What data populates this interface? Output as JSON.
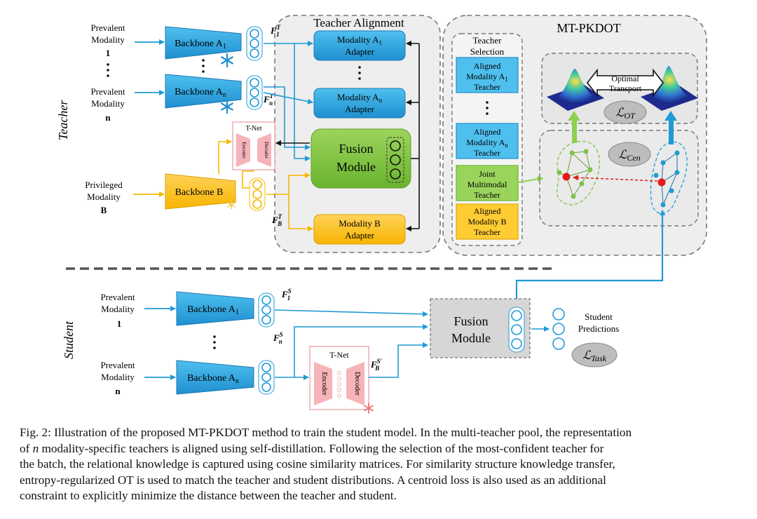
{
  "teacher": {
    "side_label": "Teacher",
    "prevalent_a1": [
      "Prevalent",
      "Modality",
      "1"
    ],
    "prevalent_an": [
      "Prevalent",
      "Modality",
      "n"
    ],
    "privileged_b": [
      "Privileged",
      "Modality",
      "B"
    ],
    "backbone_a1": "Backbone A",
    "backbone_an": "Backbone A",
    "backbone_b": "Backbone B",
    "tnet_label": "T-Net",
    "encoder": "Encoder",
    "decoder": "Decoder",
    "feat_1": "F",
    "feat_n": "F",
    "feat_b": "F"
  },
  "alignment": {
    "title": "Teacher  Alignment",
    "adapter_a1": [
      "Modality A",
      "Adapter"
    ],
    "adapter_an": [
      "Modality A",
      "Adapter"
    ],
    "fusion": [
      "Fusion",
      "Module"
    ],
    "adapter_b": [
      "Modality B",
      "Adapter"
    ]
  },
  "mtpkdot": {
    "title": "MT-PKDOT",
    "selection_title": [
      "Teacher",
      "Selection"
    ],
    "t1": [
      "Aligned",
      "Modality A",
      "Teacher"
    ],
    "tn": [
      "Aligned",
      "Modality A",
      "Teacher"
    ],
    "joint": [
      "Joint",
      "Multimodal",
      "Teacher"
    ],
    "tb": [
      "Aligned",
      "Modality B",
      "Teacher"
    ],
    "optimal": [
      "Optimal",
      "Transport"
    ],
    "loss_ot": "OT",
    "loss_cen": "Cen"
  },
  "student": {
    "side_label": "Student",
    "prevalent_a1": [
      "Prevalent",
      "Modality",
      "1"
    ],
    "prevalent_an": [
      "Prevalent",
      "Modality",
      "n"
    ],
    "backbone_a1": "Backbone A",
    "backbone_an": "Backbone A",
    "tnet_label": "T-Net",
    "encoder": "Encoder",
    "decoder": "Decoder",
    "feat_1": "F",
    "feat_n": "F",
    "feat_b": "F",
    "fusion": [
      "Fusion",
      "Module"
    ],
    "predictions": [
      "Student",
      "Predictions"
    ],
    "loss_task": "Task"
  },
  "caption": {
    "line1": "Fig. 2: Illustration of the proposed MT-PKDOT method to train the student model. In the multi-teacher pool, the representation",
    "line2a": "of ",
    "line2n": "n",
    "line2b": " modality-specific teachers is aligned using self-distillation. Following the selection of the most-confident teacher for",
    "line3": "the batch, the relational knowledge is captured using cosine similarity matrices. For similarity structure knowledge transfer,",
    "line4": "entropy-regularized OT is used to match the teacher and student distributions. A centroid loss is also used as an additional",
    "line5": "constraint to explicitly minimize the distance between the teacher and student."
  }
}
